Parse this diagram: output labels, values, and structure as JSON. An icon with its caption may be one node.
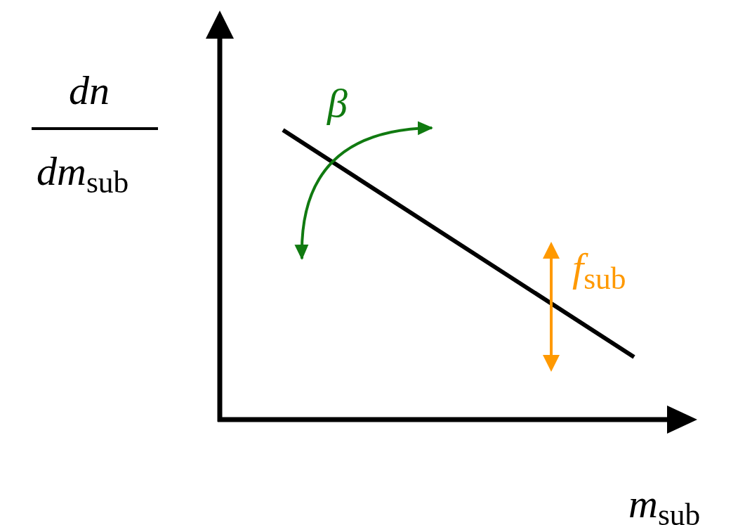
{
  "diagram": {
    "labels": [
      "dn",
      "*dm*$_{sub}$",
      "β",
      "*f*$_{sub}$",
      "*m*$_{sub}$"
    ]
  }
}
